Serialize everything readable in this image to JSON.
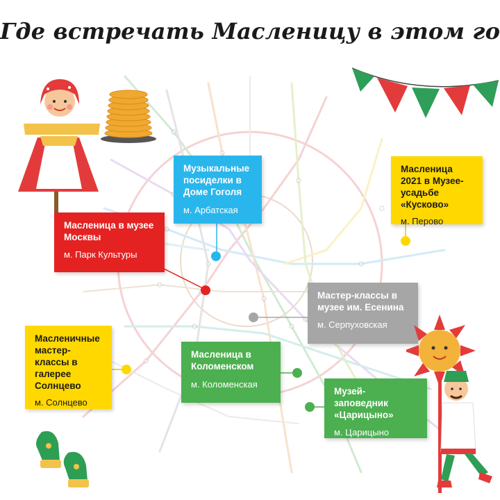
{
  "title": "Где встречать Масленицу в этом году",
  "colors": {
    "blue": "#29b6ec",
    "red": "#e42222",
    "yellow": "#ffd800",
    "gray": "#a6a6a6",
    "green": "#4caf50",
    "flag_green": "#2f9e59",
    "flag_red": "#e33b3b"
  },
  "events": [
    {
      "id": "gogol",
      "name": "Музыкальные посиделки в Доме Гоголя",
      "station": "м. Арбатская",
      "color": "blue"
    },
    {
      "id": "kuskovo",
      "name": "Масленица 2021 в Музее-усадьбе «Кусково»",
      "station": "м. Перово",
      "color": "yellow"
    },
    {
      "id": "moscow-museum",
      "name": "Масленица в музее Москвы",
      "station": "м. Парк Культуры",
      "color": "red"
    },
    {
      "id": "esenin",
      "name": "Мастер-классы в музее им. Есенина",
      "station": "м. Серпуховская",
      "color": "gray"
    },
    {
      "id": "solntsevo",
      "name": "Масленичные мастер-классы в галерее Солнцево",
      "station": "м. Солнцево",
      "color": "yellow"
    },
    {
      "id": "kolomenskoe",
      "name": "Масленица в Коломенском",
      "station": "м. Коломенская",
      "color": "green"
    },
    {
      "id": "tsaritsyno",
      "name": "Музей-заповедник «Царицыно»",
      "station": "м. Царицыно",
      "color": "green"
    }
  ],
  "decorations": [
    "scarecrow-icon",
    "pancake-stack-icon",
    "bunting-flags-icon",
    "mittens-icon",
    "sun-mascot-icon"
  ]
}
